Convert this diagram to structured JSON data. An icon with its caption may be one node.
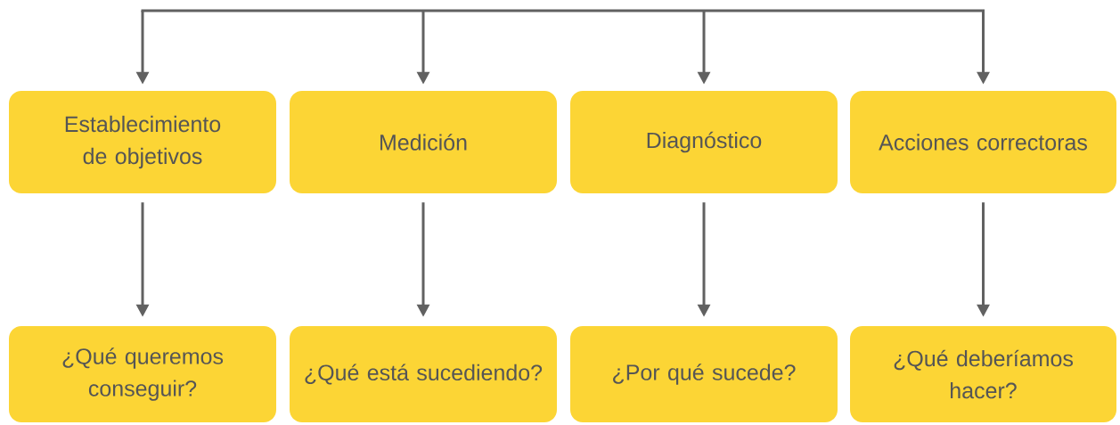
{
  "diagram": {
    "nodes": [
      {
        "text": [
          "Establecimiento de objetivos"
        ]
      },
      {
        "text": [
          "Medición"
        ]
      },
      {
        "text": [
          "Diagnóstico"
        ]
      },
      {
        "text": [
          "Acciones correctoras"
        ]
      },
      {
        "text": [
          "¿Qué queremos conseguir?"
        ]
      },
      {
        "text": [
          "¿Qué está sucediendo?"
        ]
      },
      {
        "text": [
          "¿Por qué sucede?"
        ]
      },
      {
        "text": [
          "¿Qué deberíamos hacer?"
        ]
      }
    ],
    "edges": [
      {
        "from": null,
        "to": 0,
        "arrow": "to"
      },
      {
        "from": null,
        "to": 1,
        "arrow": "to"
      },
      {
        "from": null,
        "to": 2,
        "arrow": "to"
      },
      {
        "from": null,
        "to": 3,
        "arrow": "to"
      },
      {
        "from": 0,
        "to": 4,
        "arrow": "to"
      },
      {
        "from": 1,
        "to": 5,
        "arrow": "to"
      },
      {
        "from": 2,
        "to": 6,
        "arrow": "to"
      },
      {
        "from": 3,
        "to": 7,
        "arrow": "to"
      }
    ]
  }
}
